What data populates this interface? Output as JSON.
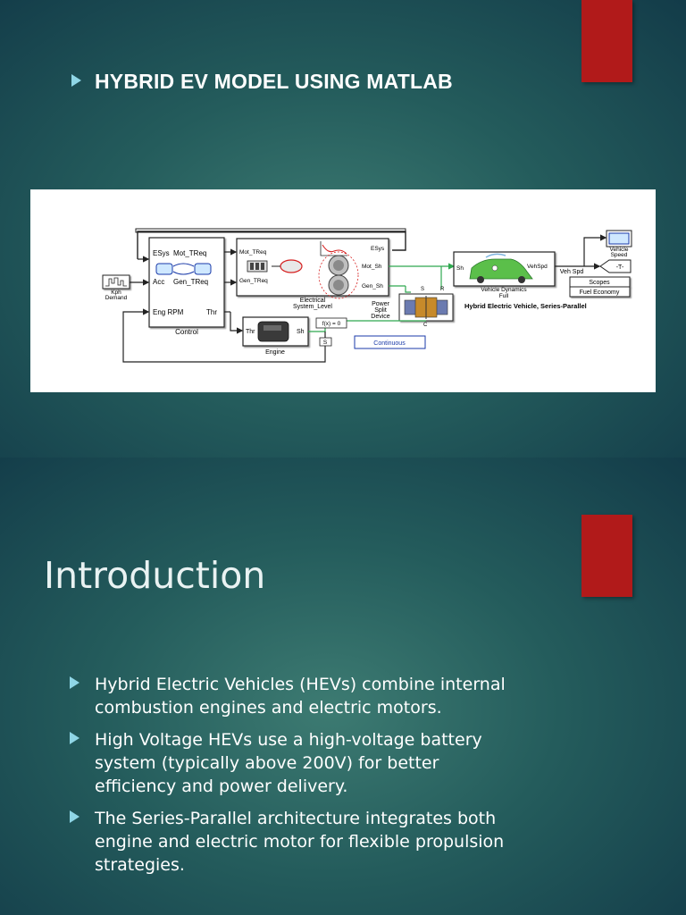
{
  "slide1": {
    "title": "HYBRID EV MODEL USING MATLAB",
    "diagram": {
      "blocks": {
        "control_in": [
          "ESys",
          "Mot_TReq",
          "Acc",
          "Gen_TReq",
          "Eng RPM",
          "Thr"
        ],
        "control_label": "Control",
        "kph_demand": [
          "Kph",
          "Demand"
        ],
        "electrical": {
          "ports_in": [
            "Mot_TReq",
            "Gen_TReq"
          ],
          "ports_out": [
            "ESys",
            "Mot_Sh",
            "Gen_Sh"
          ],
          "label": [
            "Electrical",
            "System_Level"
          ]
        },
        "engine": {
          "ports": [
            "Thr",
            "Sh"
          ],
          "label": "Engine"
        },
        "solver": "f(x) = 0",
        "scope_s": "S",
        "continuous": "Continuous",
        "power_split": [
          "Power",
          "Split",
          "Device"
        ],
        "vehicle": {
          "ports": [
            "Sh",
            "VehSpd"
          ],
          "label": [
            "Vehicle Dynamics",
            "Full"
          ]
        },
        "veh_spd_label": "Veh Spd",
        "vehicle_speed": [
          "Vehicle",
          "Speed"
        ],
        "goto_tag": "-T-",
        "scopes": "Scopes",
        "fuel_economy": "Fuel Economy",
        "model_title": "Hybrid Electric Vehicle, Series-Parallel"
      }
    }
  },
  "slide2": {
    "title": "Introduction",
    "bullets": [
      {
        "lines": [
          "Hybrid Electric Vehicles (HEVs) combine internal",
          "combustion engines and electric motors."
        ]
      },
      {
        "lines": [
          "High Voltage HEVs use a high-voltage battery",
          "system (typically above 200V) for better",
          "efficiency and power delivery."
        ]
      },
      {
        "lines": [
          "The Series-Parallel architecture integrates both",
          "engine and electric motor for flexible propulsion",
          "strategies."
        ]
      }
    ]
  },
  "colors": {
    "bullet": "#8fd6e6",
    "accent_red": "#b11a1a",
    "bg_dark": "#123a48",
    "bg_light": "#3d7b72",
    "signal_green": "#2fa84f",
    "highlight_red": "#d62020",
    "continuous_blue": "#1a3aa8"
  }
}
